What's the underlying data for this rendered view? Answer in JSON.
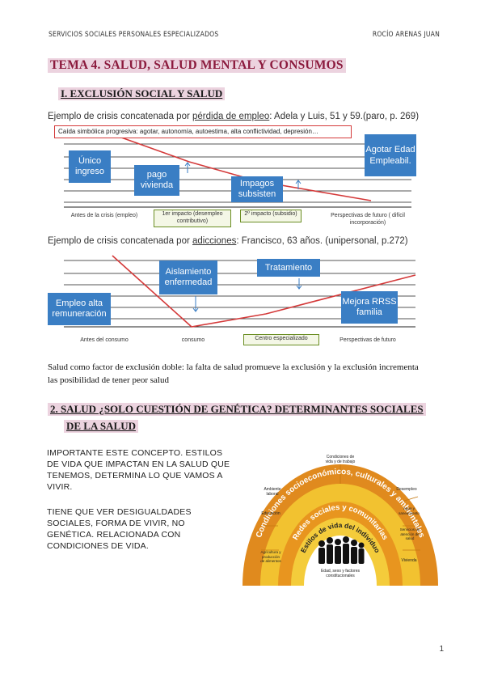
{
  "header": {
    "left": "SERVICIOS SOCIALES PERSONALES ESPECIALIZADOS",
    "right": "ROCÍO ARENAS JUAN"
  },
  "title": "TEMA 4. SALUD, SALUD MENTAL Y CONSUMOS",
  "section1": {
    "heading": "I.   EXCLUSIÓN SOCIAL Y SALUD",
    "chart1": {
      "label_prefix": "Ejemplo de crisis concatenada por ",
      "label_underlined": "pérdida de empleo",
      "label_suffix": ":  Adela y Luis, 51 y 59.(paro, p. 269)",
      "banner": "Caída simbólica progresiva: agotar, autonomía, autoestima, alta conflictividad, depresión…",
      "box_unico": "Único ingreso",
      "box_pago": "pago vivienda",
      "box_impagos": "Impagos subsisten",
      "box_agotar": "Agotar Edad Empleabil.",
      "ticks": [
        "Antes de la crisis (empleo)",
        "1er impacto (desempleo contributivo)",
        "2º impacto (subsidio)",
        "Perspectivas de futuro ( difícil incorporación)"
      ]
    },
    "chart2": {
      "label_prefix": "Ejemplo de crisis concatenada por ",
      "label_underlined": "adicciones",
      "label_suffix": ": Francisco, 63 años. (unipersonal, p.272)",
      "box_empleo": "Empleo alta remuneración",
      "box_aislamiento": "Aislamiento enfermedad",
      "box_tratamiento": "Tratamiento",
      "box_mejora": "Mejora RRSS familia",
      "ticks": [
        "Antes del consumo",
        "consumo",
        "Centro especializado",
        "Perspectivas de futuro"
      ]
    },
    "paragraph": "Salud como factor de exclusión doble: la falta de salud promueve la exclusión y la exclusión incrementa las posibilidad de tener peor salud"
  },
  "section2": {
    "heading_line1": "2.   SALUD ¿SOLO CUESTIÓN DE GENÉTICA?  DETERMINANTES SOCIALES",
    "heading_line2": "DE LA SALUD",
    "para1": "IMPORTANTE ESTE CONCEPTO. ESTILOS DE VIDA QUE IMPACTAN EN LA SALUD QUE TENEMOS, DETERMINA LO QUE VAMOS A VIVIR.",
    "para2": "TIENE QUE VER DESIGUALDADES SOCIALES, FORMA DE VIVIR, NO GENÉTICA. RELACIONADA CON CONDICIONES DE VIDA.",
    "rainbow": {
      "outer": "Condiciones socioeconómicos, culturales y ambientales",
      "middle": "Redes sociales y comunitarias",
      "inner": "Estilos de vida del individuo",
      "core": "Edad, sexo y factores constitucionales",
      "conditions": "Condiciones de vida y de trabajo",
      "left_items": [
        "Ambiente laboral",
        "Educación",
        "Agricultura y producción de alimentos"
      ],
      "right_items": [
        "Desempleo",
        "Agua y saneamiento",
        "Servicios de atención de salud",
        "Vivienda"
      ]
    }
  },
  "page_number": "1",
  "colors": {
    "accent_magenta": "#8b1a3d",
    "highlight_pink": "#ecd3df",
    "box_blue": "#3a7ec4",
    "line_red": "#d43a3a",
    "rainbow_orange": "#e08a1e",
    "rainbow_yellow": "#f2c230"
  }
}
